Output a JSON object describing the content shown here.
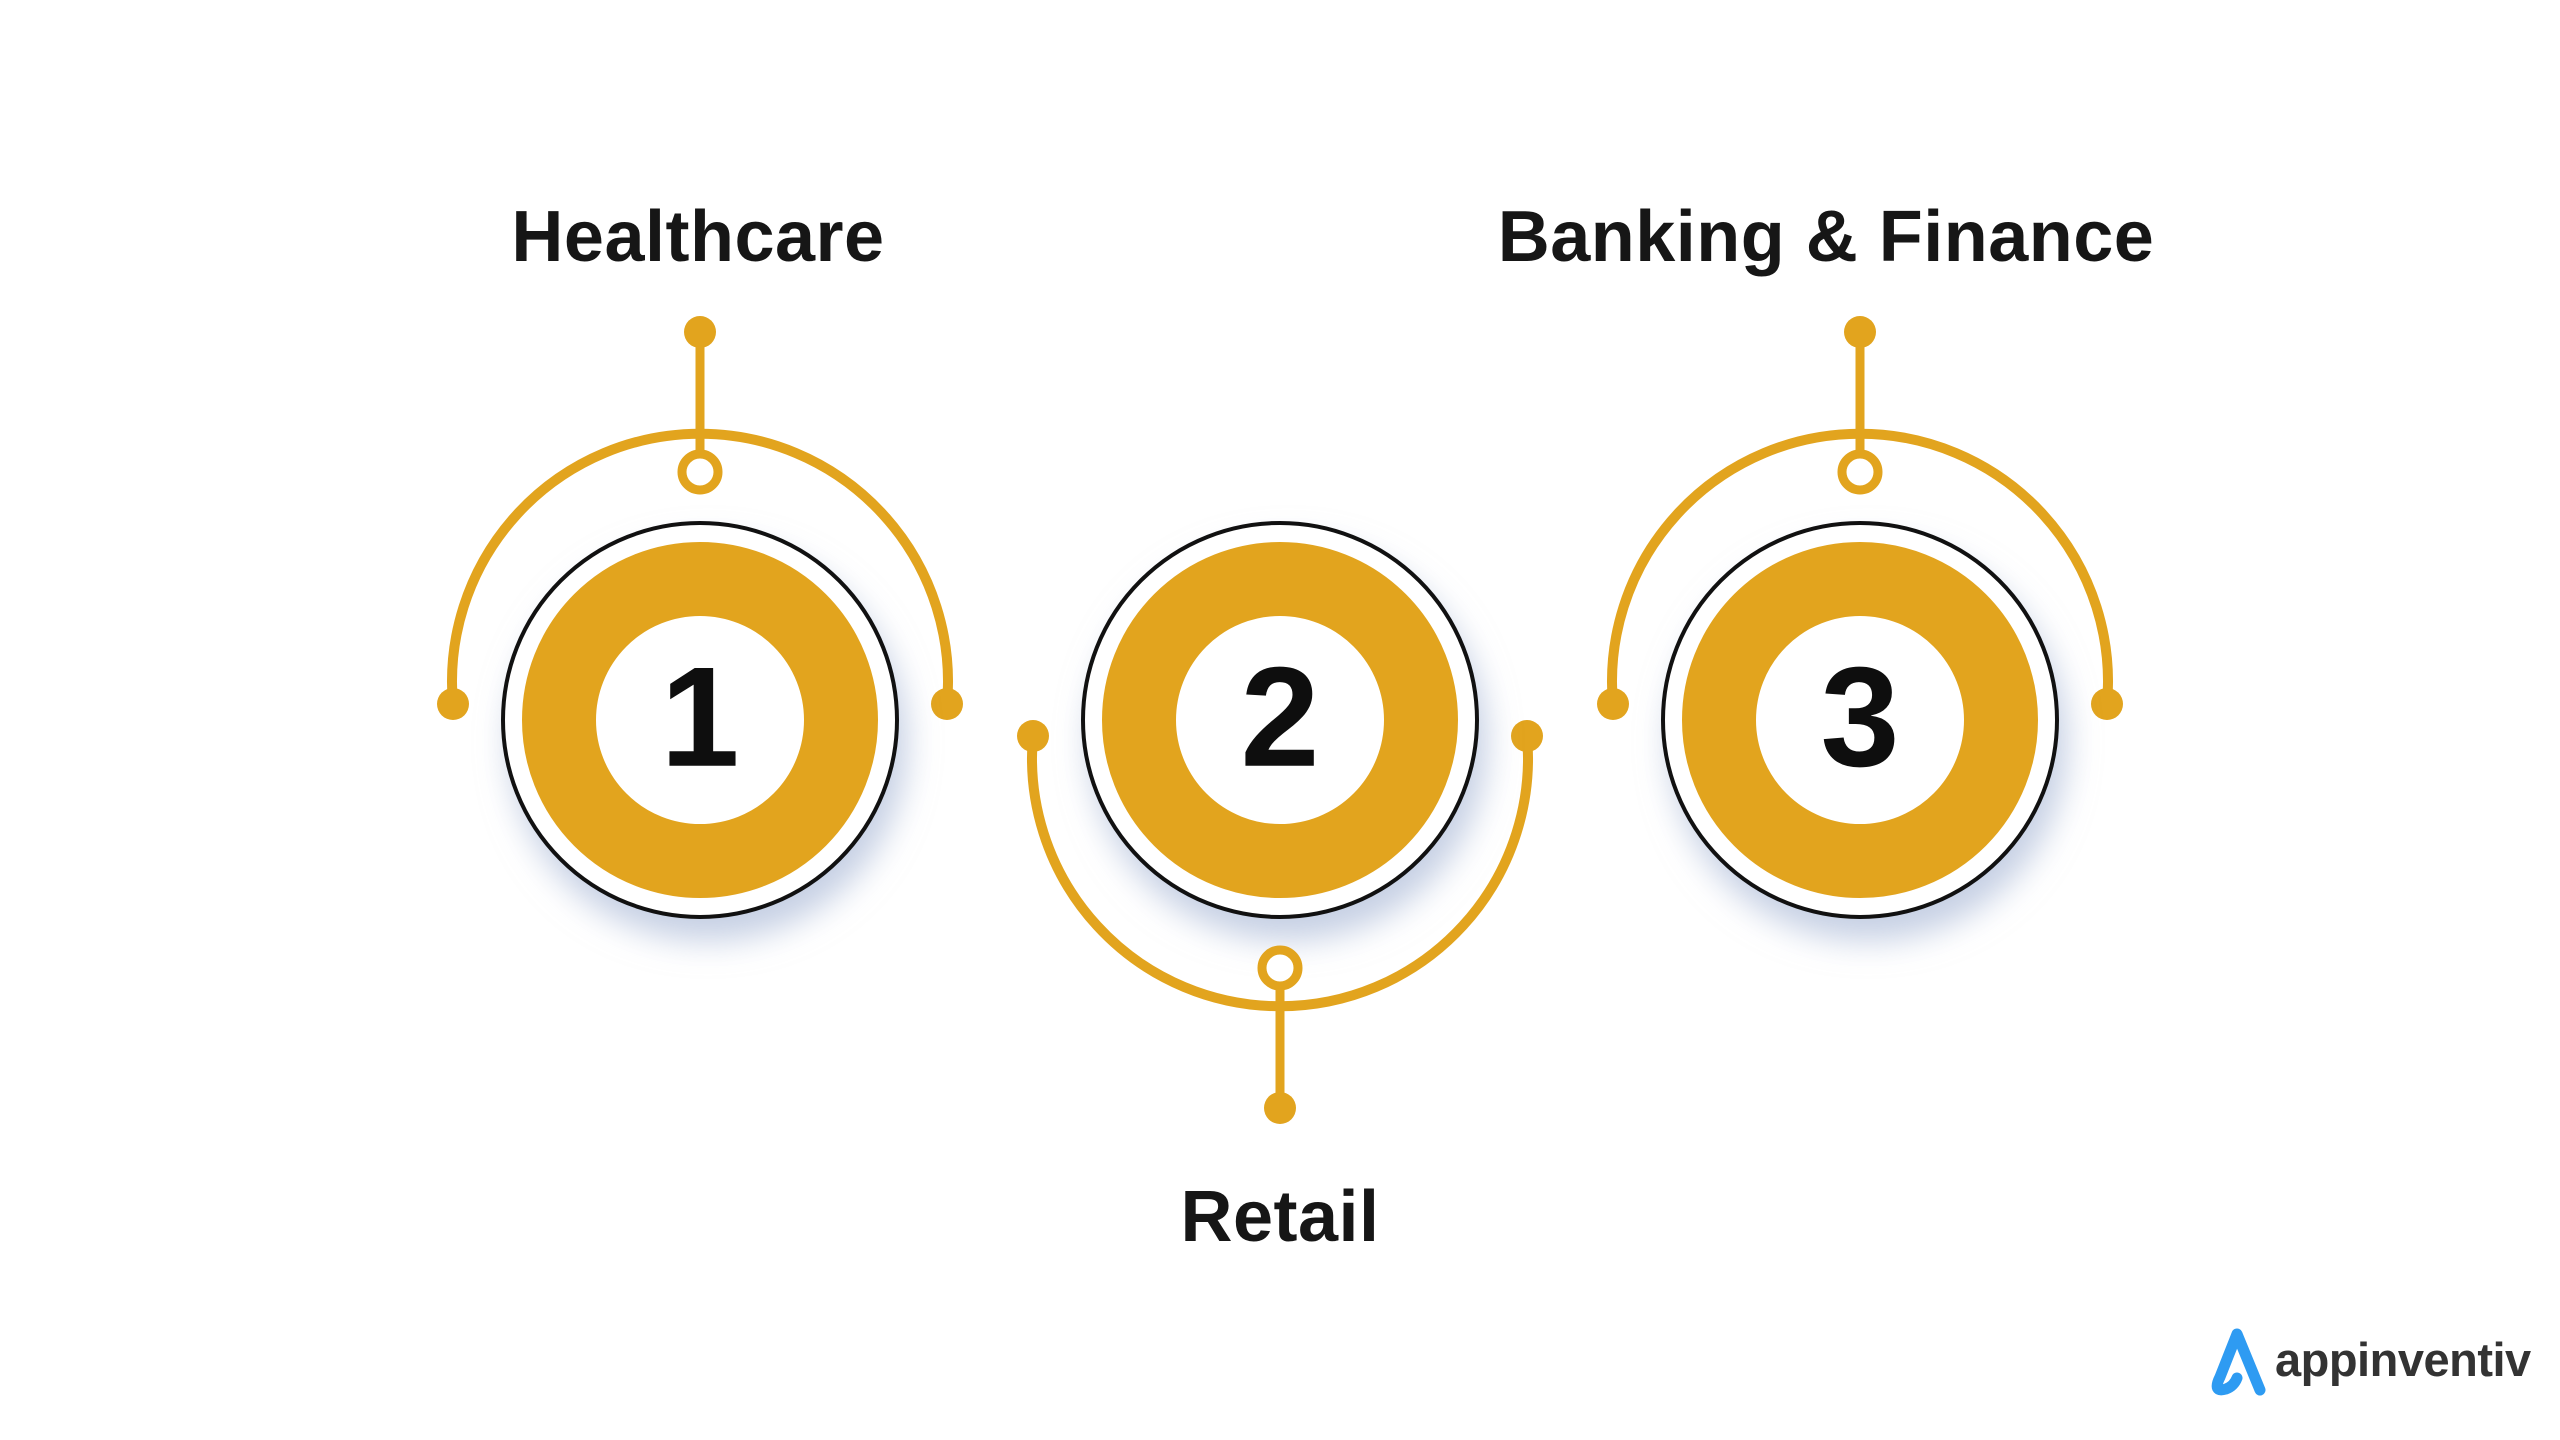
{
  "title": "Three industries infographic",
  "colors": {
    "background": "#ffffff",
    "gold": "#E2A41E",
    "circle_outline": "#111111",
    "label_text": "#161616",
    "number_text": "#0e0e0e",
    "shadow_tint": "#97A9CD",
    "logo_blue": "#2E9BF2",
    "logo_text_color": "#333333"
  },
  "items": [
    {
      "number": "1",
      "label": "Healthcare",
      "label_position": "top"
    },
    {
      "number": "2",
      "label": "Retail",
      "label_position": "bottom"
    },
    {
      "number": "3",
      "label": "Banking & Finance",
      "label_position": "top"
    }
  ],
  "logo": {
    "text": "appinventiv",
    "icon": "appinventiv-a-icon"
  }
}
